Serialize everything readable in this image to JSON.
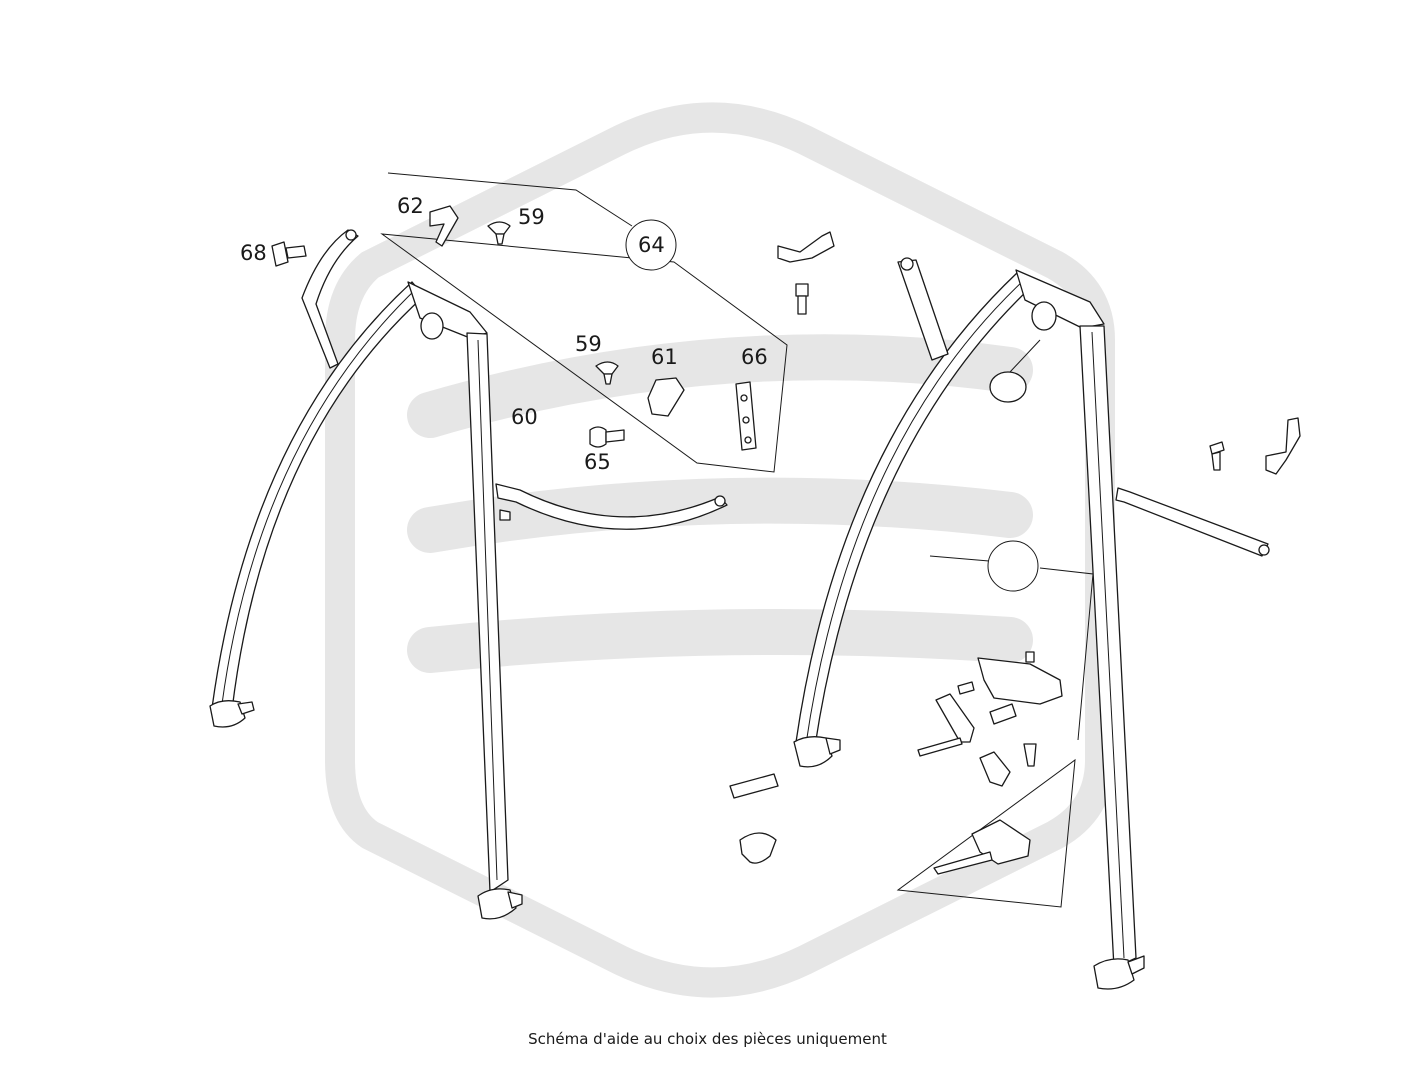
{
  "diagram": {
    "callouts": [
      {
        "id": "c68",
        "label": "68"
      },
      {
        "id": "c62",
        "label": "62"
      },
      {
        "id": "c59a",
        "label": "59"
      },
      {
        "id": "c64",
        "label": "64"
      },
      {
        "id": "c59b",
        "label": "59"
      },
      {
        "id": "c61",
        "label": "61"
      },
      {
        "id": "c66",
        "label": "66"
      },
      {
        "id": "c60",
        "label": "60"
      },
      {
        "id": "c65",
        "label": "65"
      }
    ],
    "colors": {
      "line": "#1a1a1a",
      "watermark": "#e6e6e6",
      "background": "#ffffff"
    }
  },
  "caption": "Schéma d'aide au choix des pièces uniquement"
}
